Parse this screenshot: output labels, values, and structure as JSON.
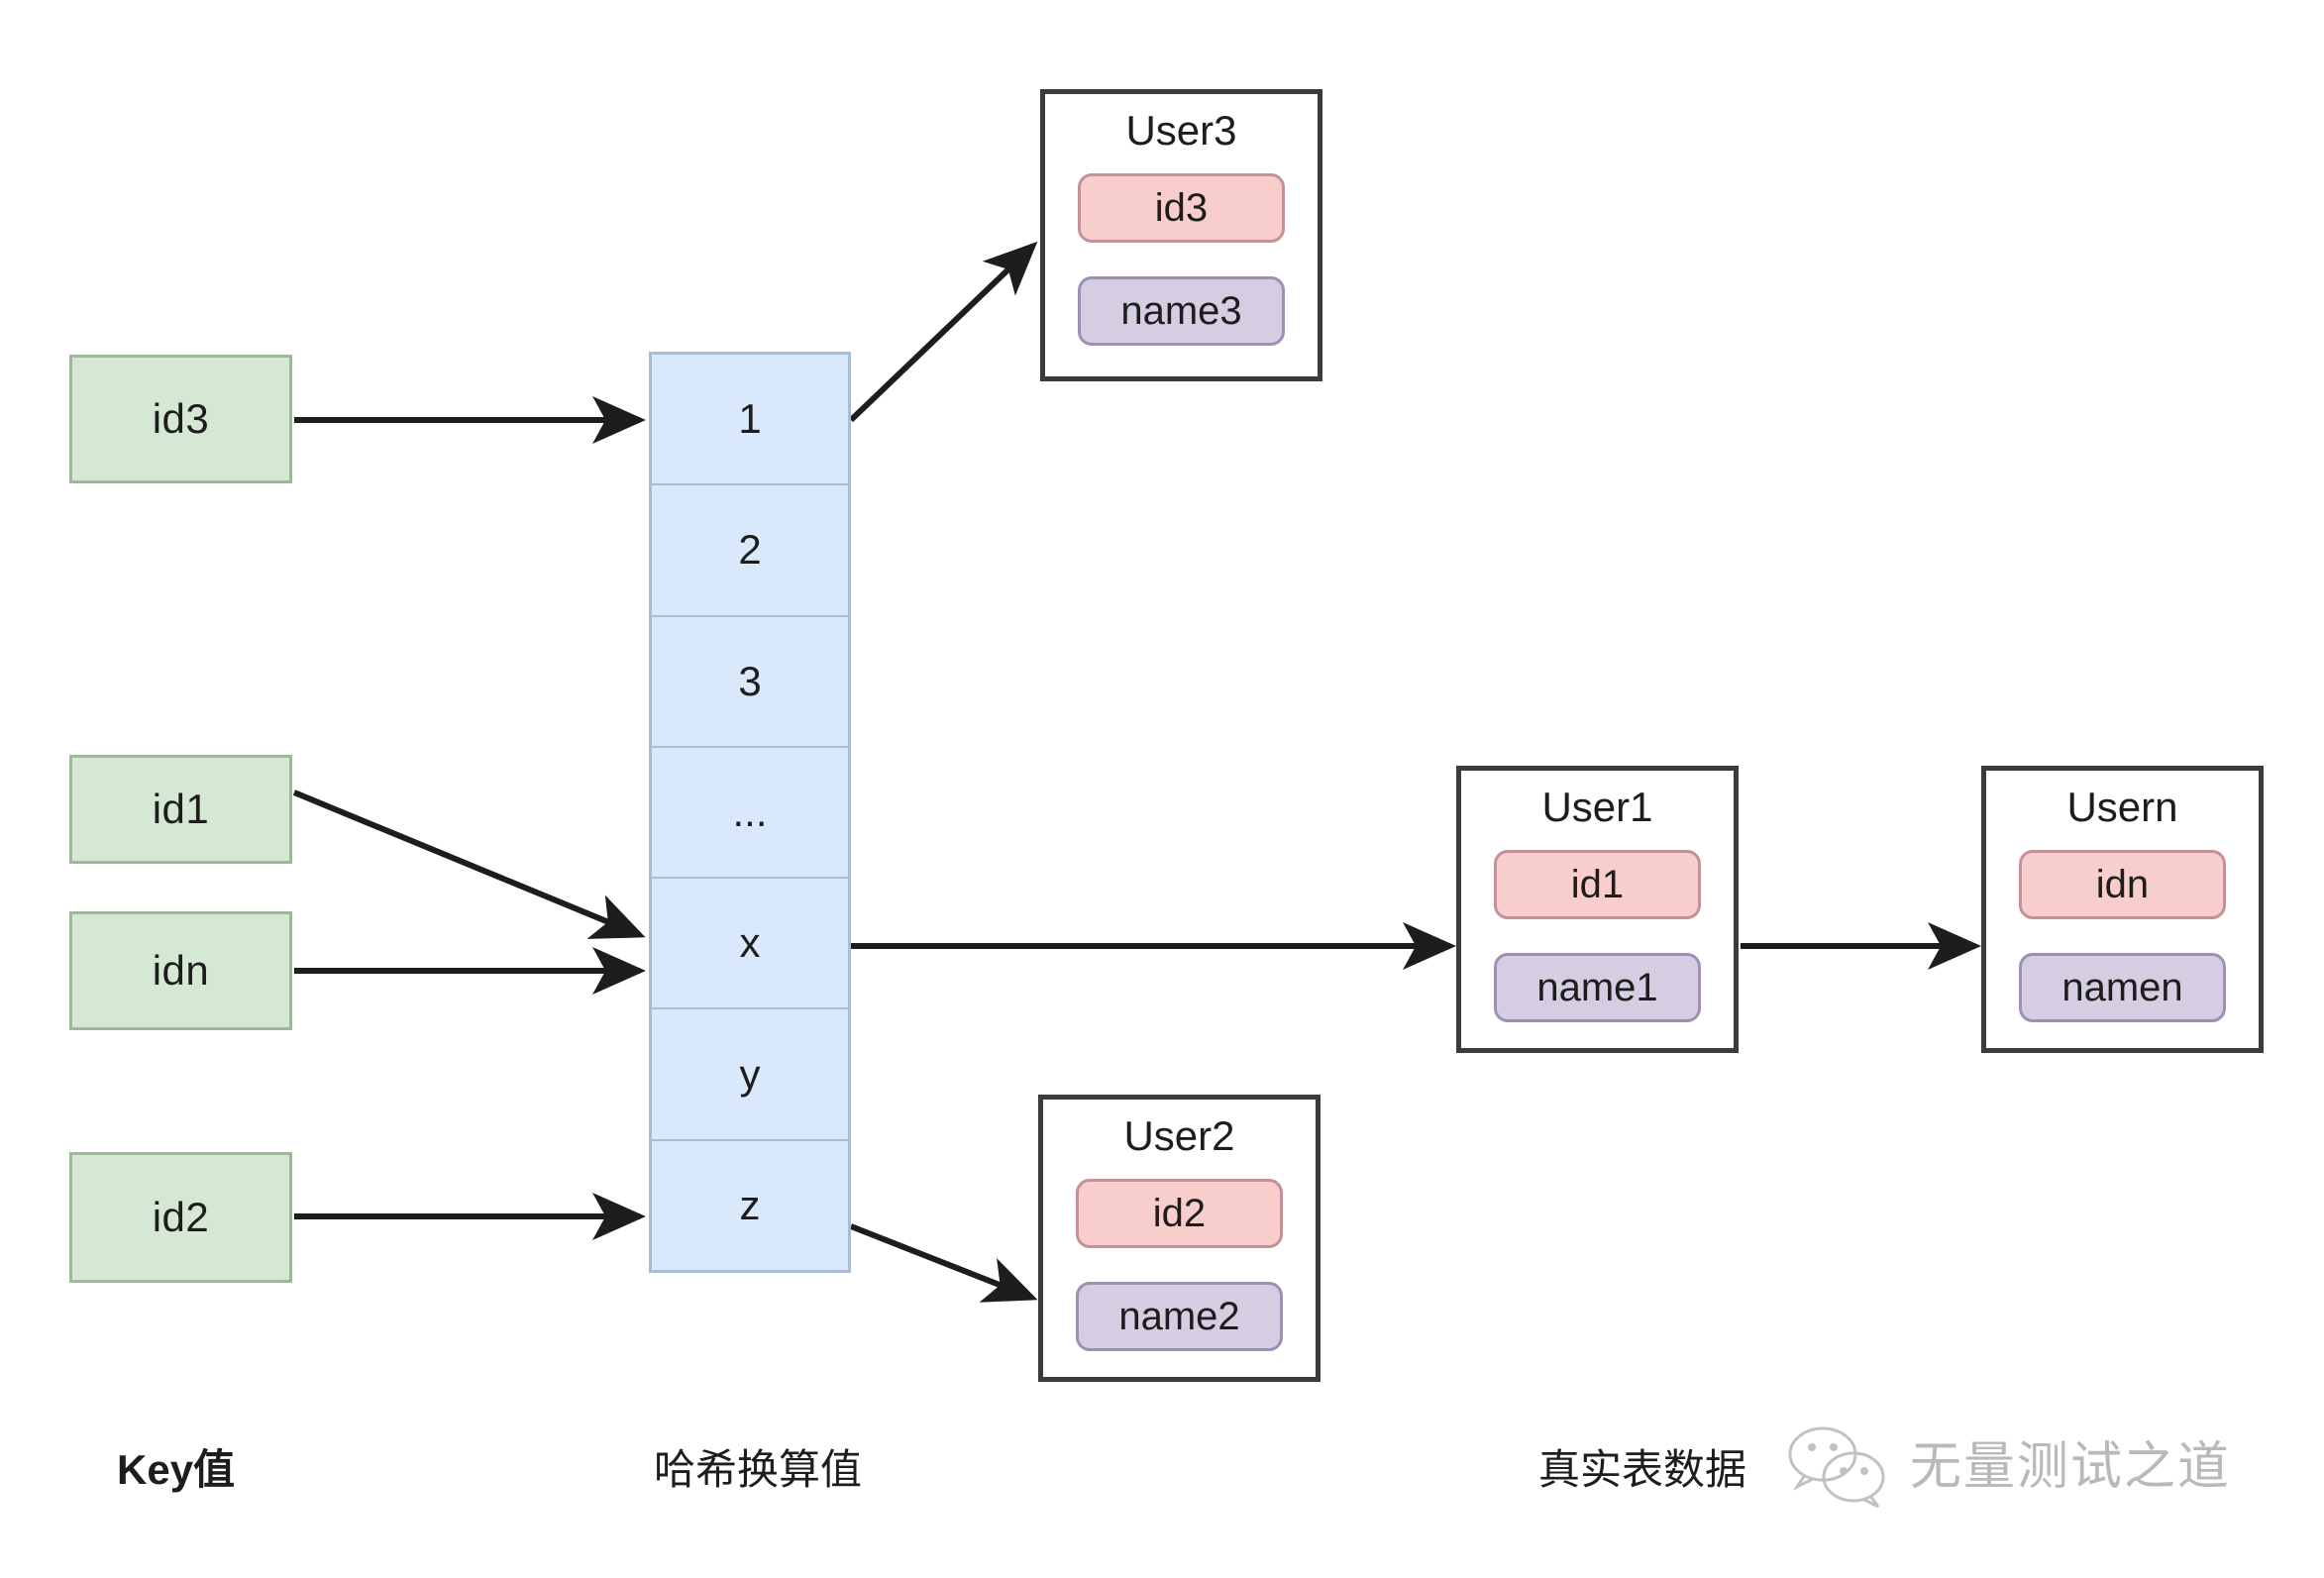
{
  "diagram": {
    "title": "Hash index lookup diagram",
    "colors": {
      "key_box_fill": "#d5e8d4",
      "key_box_border": "#9fb899",
      "hash_cell_fill": "#dae8fc",
      "hash_cell_border": "#a8bcd8",
      "record_border": "#3b3b3b",
      "id_pill_fill": "#f8cecc",
      "id_pill_border": "#c4909a",
      "name_pill_fill": "#d5cde2",
      "name_pill_border": "#9f8fb5",
      "arrow": "#1d1d1d",
      "watermark": "#b9b9b9"
    }
  },
  "keys": [
    {
      "label": "id3"
    },
    {
      "label": "id1"
    },
    {
      "label": "idn"
    },
    {
      "label": "id2"
    }
  ],
  "hash_table": {
    "cells": [
      {
        "label": "1"
      },
      {
        "label": "2"
      },
      {
        "label": "3"
      },
      {
        "label": "..."
      },
      {
        "label": "x"
      },
      {
        "label": "y"
      },
      {
        "label": "z"
      }
    ]
  },
  "records": [
    {
      "title": "User3",
      "id": "id3",
      "name": "name3"
    },
    {
      "title": "User1",
      "id": "id1",
      "name": "name1"
    },
    {
      "title": "Usern",
      "id": "idn",
      "name": "namen"
    },
    {
      "title": "User2",
      "id": "id2",
      "name": "name2"
    }
  ],
  "captions": {
    "key_column": "Key值",
    "hash_column": "哈希换算值",
    "record_column": "真实表数据"
  },
  "watermark": {
    "icon": "wechat-icon",
    "text": "无量测试之道"
  }
}
